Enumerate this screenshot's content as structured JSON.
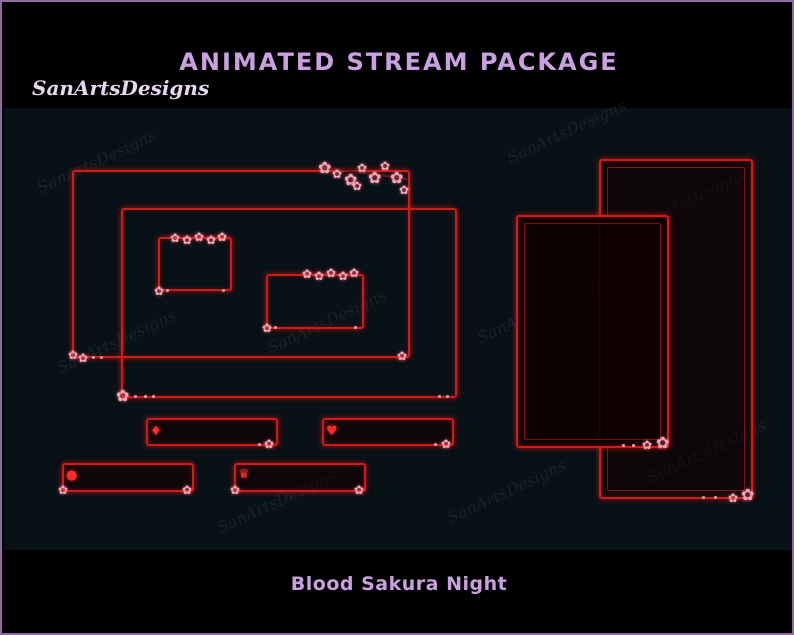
{
  "header": {
    "title": "ANIMATED STREAM PACKAGE",
    "brand": "SanArtsDesigns"
  },
  "footer": {
    "subtitle": "Blood Sakura Night"
  },
  "watermark": "SanArtsDesigns",
  "colors": {
    "frame_red": "#d11a1a",
    "title_lilac": "#c9a1e0",
    "panel_bg": "#071116",
    "outer_border": "#8e6aa3",
    "sakura_pink": "#f5a5b5"
  },
  "icons": {
    "alert_bar_1": "diamond-icon",
    "alert_bar_2": "heart-icon",
    "alert_bar_3": "circle-icon",
    "alert_bar_4": "crown-icon",
    "decoration": "sakura-flower-icon"
  }
}
